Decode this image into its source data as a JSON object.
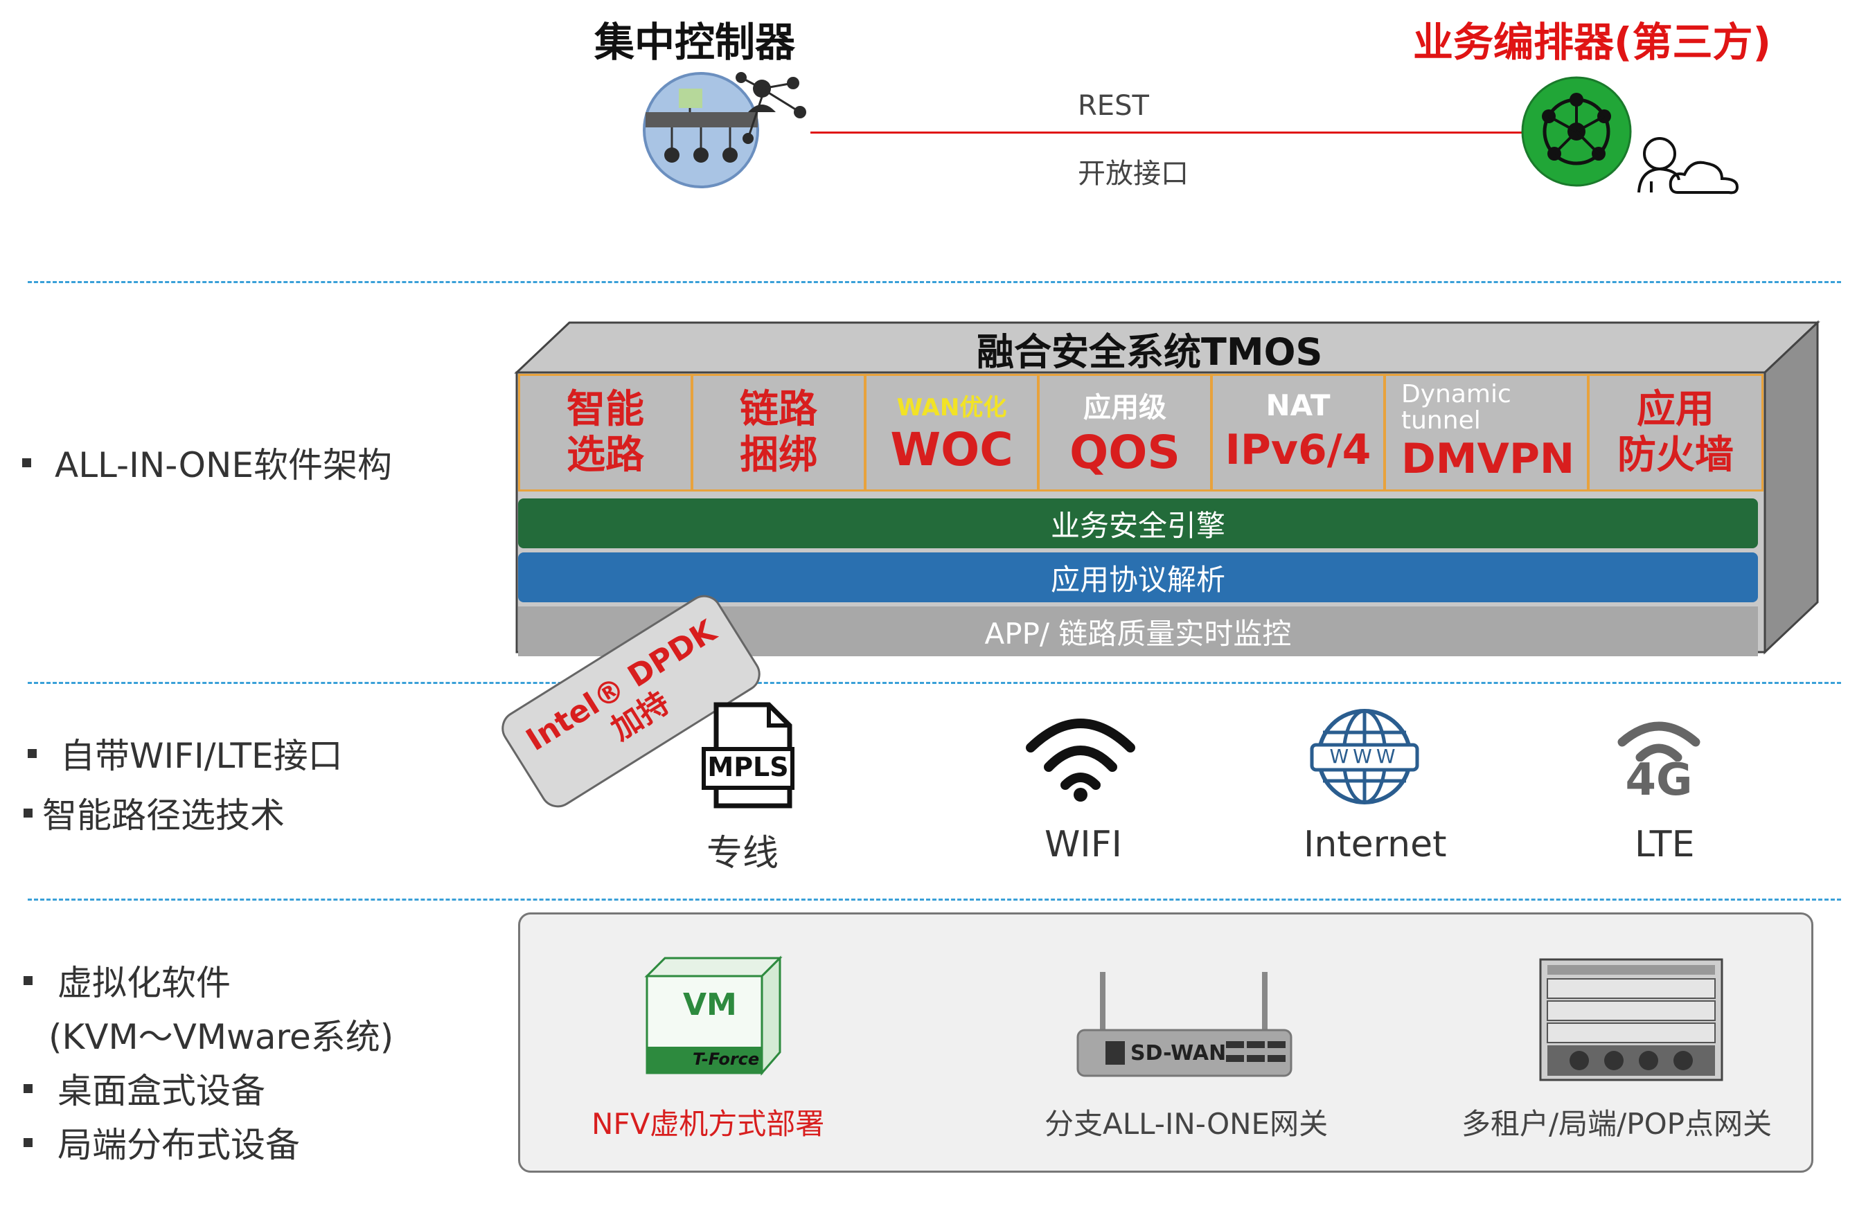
{
  "top": {
    "controller_title": "集中控制器",
    "orchestrator_title": "业务编排器(第三方)",
    "link_label_top": "REST",
    "link_label_bottom": "开放接口"
  },
  "bullets": {
    "section1": [
      "ALL-IN-ONE软件架构"
    ],
    "section2": [
      "自带WIFI/LTE接口",
      "智能路径选技术"
    ],
    "section3_line1": "虚拟化软件",
    "section3_line1b": "(KVM～VMware系统)",
    "section3_more": [
      "桌面盒式设备",
      "局端分布式设备"
    ]
  },
  "tmos": {
    "title": "融合安全系统TMOS",
    "modules": [
      {
        "sub": "",
        "main1": "智能",
        "main2": "选路"
      },
      {
        "sub": "",
        "main1": "链路",
        "main2": "捆绑"
      },
      {
        "sub": "WAN优化",
        "main": "WOC"
      },
      {
        "sub": "应用级",
        "main": "QOS"
      },
      {
        "sub": "NAT",
        "main": "IPv6/4"
      },
      {
        "sub1": "Dynamic",
        "sub2": "tunnel",
        "main": "DMVPN"
      },
      {
        "sub": "",
        "main1": "应用",
        "main2": "防火墙"
      }
    ],
    "band_security": "业务安全引擎",
    "band_protocol": "应用协议解析",
    "band_monitor": "APP/  链路质量实时监控"
  },
  "badge": {
    "line1": "Intel® DPDK",
    "line2": "加持"
  },
  "links": {
    "mpls_icon_text": "MPLS",
    "mpls_label": "专线",
    "wifi_label": "WIFI",
    "internet_icon_text": "WWW",
    "internet_label": "Internet",
    "lte_icon_text": "4G",
    "lte_label": "LTE"
  },
  "devices": {
    "vm_icon_text": "VM",
    "vm_brand": "T-Force",
    "vm_label": "NFV虚机方式部署",
    "box_icon_text": "SD-WAN",
    "box_label": "分支ALL-IN-ONE网关",
    "rack_label": "多租户/局端/POP点网关"
  },
  "colors": {
    "divider": "#3aa0d8",
    "link_line": "#e01414",
    "security_band": "#236b3a",
    "protocol_band": "#2a70b0",
    "monitor_band": "#a8a8a8",
    "module_border": "#e8a23c",
    "accent_red": "#d81e1e",
    "woc_sub": "#f2e326"
  }
}
